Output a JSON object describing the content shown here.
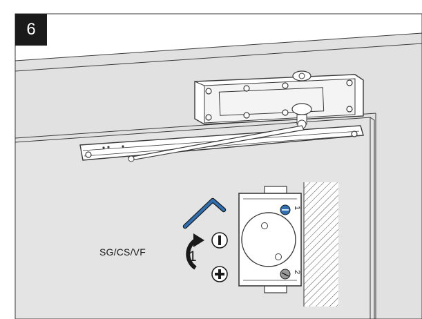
{
  "step": {
    "number": "6"
  },
  "instruction": {
    "model_label": "SG/CS/VF",
    "turn_count": "1"
  },
  "valves": [
    {
      "label": "1",
      "symbol": "minus",
      "color": "#2f6fb3"
    },
    {
      "label": "2",
      "symbol": "plus",
      "color": "#555555"
    }
  ],
  "colors": {
    "door": "#e2e2e2",
    "wall": "#dcdcdc",
    "outline": "#3a3a3a",
    "hex_key": "#2f6fb3",
    "badge_bg": "#1a1a1a"
  },
  "icons": [
    "hex-key-icon",
    "rotate-ccw-arrow-icon",
    "minus-icon",
    "plus-icon",
    "screw-icon"
  ]
}
